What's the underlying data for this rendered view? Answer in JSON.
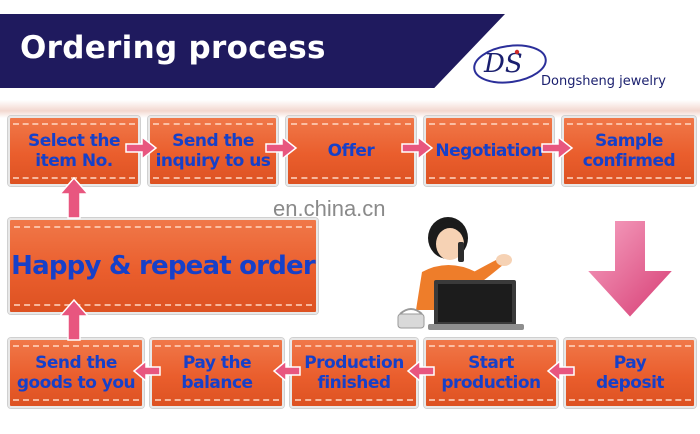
{
  "header": {
    "title": "Ordering process",
    "brand": "Dongsheng jewelry",
    "logo_text": "DS"
  },
  "watermark": "en.china.cn",
  "colors": {
    "header_bg": "#1f1a5e",
    "tile_orange": "#ea5e2d",
    "label_blue": "#1640c9",
    "arrow_pink": "#e8567f"
  },
  "steps_top": [
    {
      "label": "Select the\nitem No."
    },
    {
      "label": "Send the\ninquiry to us"
    },
    {
      "label": "Offer"
    },
    {
      "label": "Negotiation"
    },
    {
      "label": "Sample\nconfirmed"
    }
  ],
  "steps_bottom": [
    {
      "label": "Pay\ndeposit"
    },
    {
      "label": "Start\nproduction"
    },
    {
      "label": "Production\nfinished"
    },
    {
      "label": "Pay the\nbalance"
    },
    {
      "label": "Send the\ngoods to you"
    }
  ],
  "final_step": "Happy & repeat order",
  "icons": {
    "step_arrow": "right-arrow-icon",
    "down_arrow": "down-arrow-icon",
    "illustration": "person-with-laptop"
  }
}
